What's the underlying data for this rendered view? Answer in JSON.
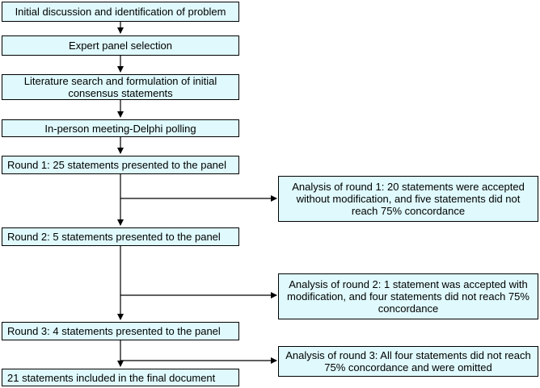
{
  "steps": [
    "Initial discussion and identification of problem",
    "Expert panel selection",
    "Literature search and formulation of initial consensus statements",
    "In-person meeting-Delphi polling",
    "Round 1: 25 statements presented to the panel",
    "Round 2: 5 statements presented to the panel",
    "Round 3: 4 statements presented to the panel",
    "21 statements included in the final document"
  ],
  "analyses": [
    "Analysis of round 1: 20 statements were accepted without modification, and five statements did not reach 75% concordance",
    "Analysis of round 2: 1 statement was accepted with modification, and four statements did not reach 75% concordance",
    "Analysis of round 3: All four statements did not reach 75% concordance and were omitted"
  ]
}
